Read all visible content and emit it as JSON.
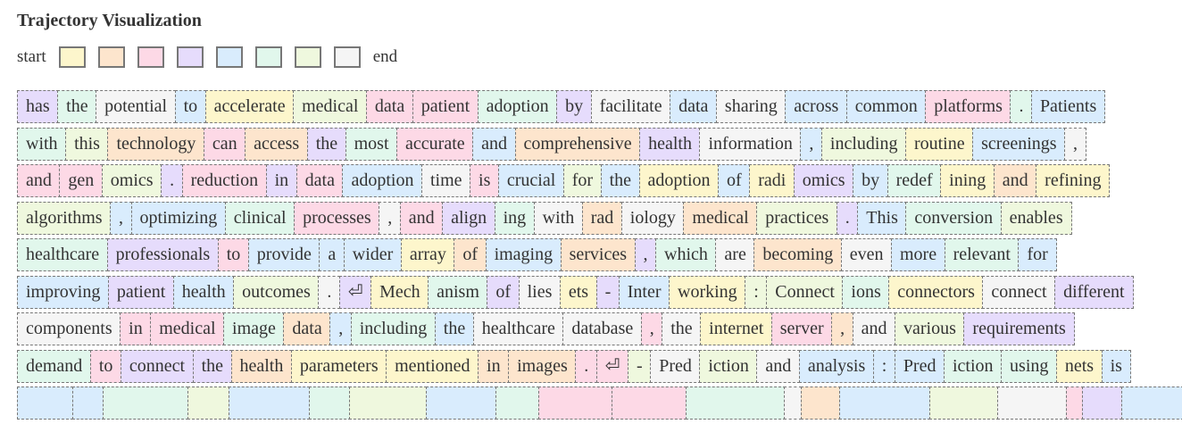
{
  "title": "Trajectory Visualization",
  "legend": {
    "start": "start",
    "end": "end",
    "swatches": [
      "Y",
      "O",
      "P",
      "U",
      "B",
      "M",
      "G",
      "W"
    ]
  },
  "colors": {
    "Y": "#fdf6cc",
    "O": "#fde5cd",
    "P": "#fdd9e6",
    "U": "#e6dcfc",
    "B": "#d9ecfd",
    "M": "#e1f7ec",
    "G": "#eff8de",
    "W": "#f5f5f5"
  },
  "rows": [
    [
      [
        "has",
        "U"
      ],
      [
        "the",
        "M"
      ],
      [
        "potential",
        "W"
      ],
      [
        "to",
        "B"
      ],
      [
        "accelerate",
        "Y"
      ],
      [
        "medical",
        "G"
      ],
      [
        "data",
        "P"
      ],
      [
        "patient",
        "P"
      ],
      [
        "adoption",
        "M"
      ],
      [
        "by",
        "U"
      ],
      [
        "facilitate",
        "W"
      ],
      [
        "data",
        "B"
      ],
      [
        "sharing",
        "W"
      ],
      [
        "across",
        "B"
      ],
      [
        "common",
        "B"
      ],
      [
        "platforms",
        "P"
      ],
      [
        ".",
        "M"
      ],
      [
        "Patients",
        "B"
      ]
    ],
    [
      [
        "with",
        "M"
      ],
      [
        "this",
        "G"
      ],
      [
        "technology",
        "O"
      ],
      [
        "can",
        "P"
      ],
      [
        "access",
        "O"
      ],
      [
        "the",
        "U"
      ],
      [
        "most",
        "M"
      ],
      [
        "accurate",
        "P"
      ],
      [
        "and",
        "B"
      ],
      [
        "comprehensive",
        "O"
      ],
      [
        "health",
        "U"
      ],
      [
        "information",
        "W"
      ],
      [
        ",",
        "B"
      ],
      [
        "including",
        "G"
      ],
      [
        "routine",
        "Y"
      ],
      [
        "screenings",
        "B"
      ],
      [
        ",",
        "W"
      ]
    ],
    [
      [
        "and",
        "P"
      ],
      [
        "gen",
        "P"
      ],
      [
        "omics",
        "G"
      ],
      [
        ".",
        "U"
      ],
      [
        "reduction",
        "P"
      ],
      [
        "in",
        "U"
      ],
      [
        "data",
        "P"
      ],
      [
        "adoption",
        "B"
      ],
      [
        "time",
        "W"
      ],
      [
        "is",
        "P"
      ],
      [
        "crucial",
        "B"
      ],
      [
        "for",
        "G"
      ],
      [
        "the",
        "B"
      ],
      [
        "adoption",
        "Y"
      ],
      [
        "of",
        "B"
      ],
      [
        "radi",
        "Y"
      ],
      [
        "omics",
        "U"
      ],
      [
        "by",
        "B"
      ],
      [
        "redef",
        "M"
      ],
      [
        "ining",
        "Y"
      ],
      [
        "and",
        "O"
      ],
      [
        "refining",
        "Y"
      ]
    ],
    [
      [
        "algorithms",
        "G"
      ],
      [
        ",",
        "B"
      ],
      [
        "optimizing",
        "B"
      ],
      [
        "clinical",
        "M"
      ],
      [
        "processes",
        "P"
      ],
      [
        ",",
        "W"
      ],
      [
        "and",
        "P"
      ],
      [
        "align",
        "U"
      ],
      [
        "ing",
        "M"
      ],
      [
        "with",
        "W"
      ],
      [
        "rad",
        "O"
      ],
      [
        "iology",
        "W"
      ],
      [
        "medical",
        "O"
      ],
      [
        "practices",
        "G"
      ],
      [
        ".",
        "U"
      ],
      [
        "This",
        "B"
      ],
      [
        "conversion",
        "M"
      ],
      [
        "enables",
        "G"
      ]
    ],
    [
      [
        "healthcare",
        "M"
      ],
      [
        "professionals",
        "U"
      ],
      [
        "to",
        "P"
      ],
      [
        "provide",
        "B"
      ],
      [
        "a",
        "B"
      ],
      [
        "wider",
        "B"
      ],
      [
        "array",
        "Y"
      ],
      [
        "of",
        "O"
      ],
      [
        "imaging",
        "B"
      ],
      [
        "services",
        "O"
      ],
      [
        ",",
        "U"
      ],
      [
        "which",
        "M"
      ],
      [
        "are",
        "W"
      ],
      [
        "becoming",
        "O"
      ],
      [
        "even",
        "W"
      ],
      [
        "more",
        "B"
      ],
      [
        "relevant",
        "M"
      ],
      [
        "for",
        "B"
      ]
    ],
    [
      [
        "improving",
        "B"
      ],
      [
        "patient",
        "U"
      ],
      [
        "health",
        "B"
      ],
      [
        "outcomes",
        "G"
      ],
      [
        ".",
        "W"
      ],
      [
        "⏎",
        "U"
      ],
      [
        "Mech",
        "Y"
      ],
      [
        "anism",
        "M"
      ],
      [
        "of",
        "U"
      ],
      [
        "lies",
        "W"
      ],
      [
        "ets",
        "Y"
      ],
      [
        "-",
        "U"
      ],
      [
        "Inter",
        "B"
      ],
      [
        "working",
        "Y"
      ],
      [
        ":",
        "G"
      ],
      [
        "Connect",
        "G"
      ],
      [
        "ions",
        "M"
      ],
      [
        "connectors",
        "Y"
      ],
      [
        "connect",
        "W"
      ],
      [
        "different",
        "U"
      ]
    ],
    [
      [
        "components",
        "W"
      ],
      [
        "in",
        "P"
      ],
      [
        "medical",
        "P"
      ],
      [
        "image",
        "M"
      ],
      [
        "data",
        "O"
      ],
      [
        ",",
        "B"
      ],
      [
        "including",
        "M"
      ],
      [
        "the",
        "B"
      ],
      [
        "healthcare",
        "W"
      ],
      [
        "database",
        "W"
      ],
      [
        ",",
        "P"
      ],
      [
        "the",
        "W"
      ],
      [
        "internet",
        "Y"
      ],
      [
        "server",
        "P"
      ],
      [
        ",",
        "O"
      ],
      [
        "and",
        "W"
      ],
      [
        "various",
        "G"
      ],
      [
        "requirements",
        "U"
      ]
    ],
    [
      [
        "demand",
        "M"
      ],
      [
        "to",
        "P"
      ],
      [
        "connect",
        "U"
      ],
      [
        "the",
        "U"
      ],
      [
        "health",
        "O"
      ],
      [
        "parameters",
        "Y"
      ],
      [
        "mentioned",
        "Y"
      ],
      [
        "in",
        "O"
      ],
      [
        "images",
        "O"
      ],
      [
        ".",
        "P"
      ],
      [
        "⏎",
        "P"
      ],
      [
        "-",
        "G"
      ],
      [
        "Pred",
        "W"
      ],
      [
        "iction",
        "G"
      ],
      [
        "and",
        "W"
      ],
      [
        "analysis",
        "B"
      ],
      [
        ":",
        "B"
      ],
      [
        "Pred",
        "B"
      ],
      [
        "iction",
        "M"
      ],
      [
        "using",
        "M"
      ],
      [
        "nets",
        "Y"
      ],
      [
        "is",
        "B"
      ]
    ]
  ],
  "partial_row": [
    "B",
    "B",
    "M",
    "G",
    "B",
    "M",
    "G",
    "B",
    "M",
    "P",
    "P",
    "M",
    "W",
    "O",
    "B",
    "G",
    "W",
    "P",
    "U",
    "B"
  ]
}
